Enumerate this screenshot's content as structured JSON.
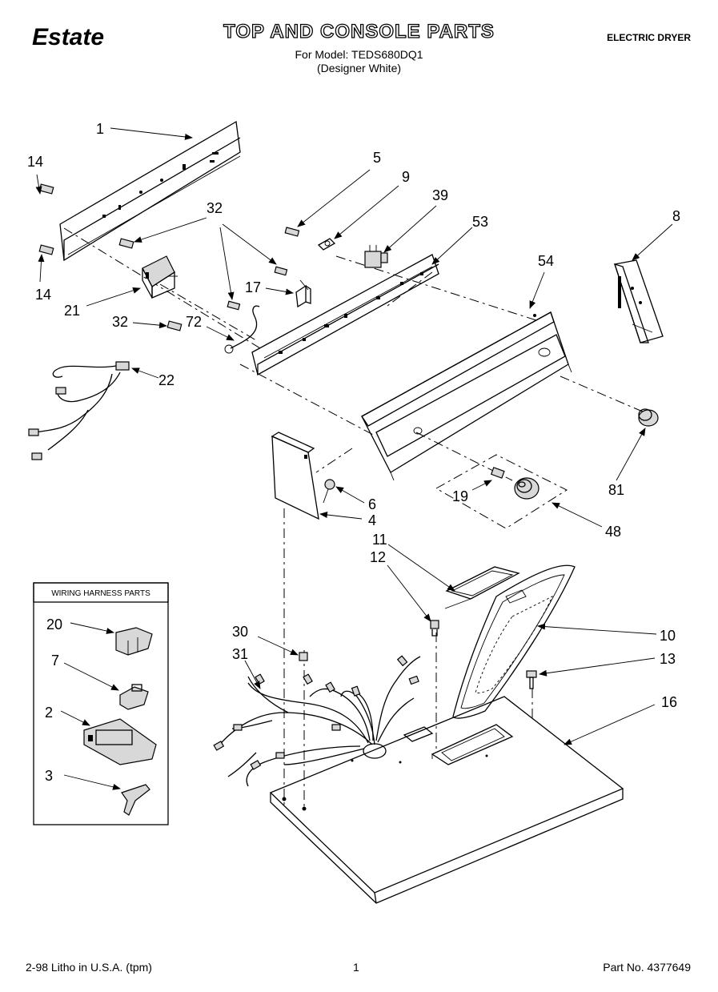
{
  "header": {
    "brand": "Estate",
    "title": "TOP AND CONSOLE PARTS",
    "model_line": "For Model: TEDS680DQ1",
    "designer_line": "(Designer White)",
    "appliance_type": "ELECTRIC DRYER"
  },
  "wiring_box": {
    "title": "WIRING HARNESS PARTS"
  },
  "part_labels": [
    "1",
    "14",
    "14",
    "5",
    "9",
    "39",
    "53",
    "32",
    "17",
    "21",
    "32",
    "72",
    "22",
    "8",
    "54",
    "81",
    "19",
    "6",
    "4",
    "48",
    "11",
    "12",
    "10",
    "13",
    "16",
    "30",
    "31",
    "20",
    "7",
    "2",
    "3"
  ],
  "footer": {
    "left": "2-98 Litho in U.S.A. (tpm)",
    "page": "1",
    "part_no": "Part No. 4377649"
  }
}
